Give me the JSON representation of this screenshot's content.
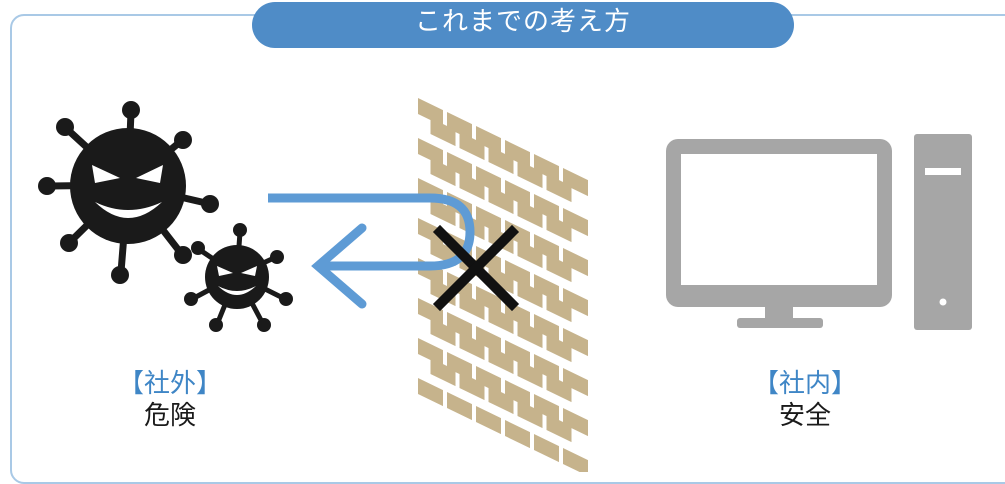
{
  "title": "これまでの考え方",
  "outside": {
    "tag": "【社外】",
    "state": "危険"
  },
  "inside": {
    "tag": "【社内】",
    "state": "安全"
  },
  "icons": [
    "virus-large-icon",
    "virus-small-icon",
    "brick-firewall-icon",
    "u-turn-arrow-icon",
    "cross-mark-icon",
    "monitor-icon",
    "pc-tower-icon"
  ],
  "colors": {
    "accent": "#4f8cc7",
    "arrow": "#5e9bd5",
    "brick": "#c6b38c",
    "computer": "#a6a6a6",
    "virus": "#1a1a1a"
  }
}
